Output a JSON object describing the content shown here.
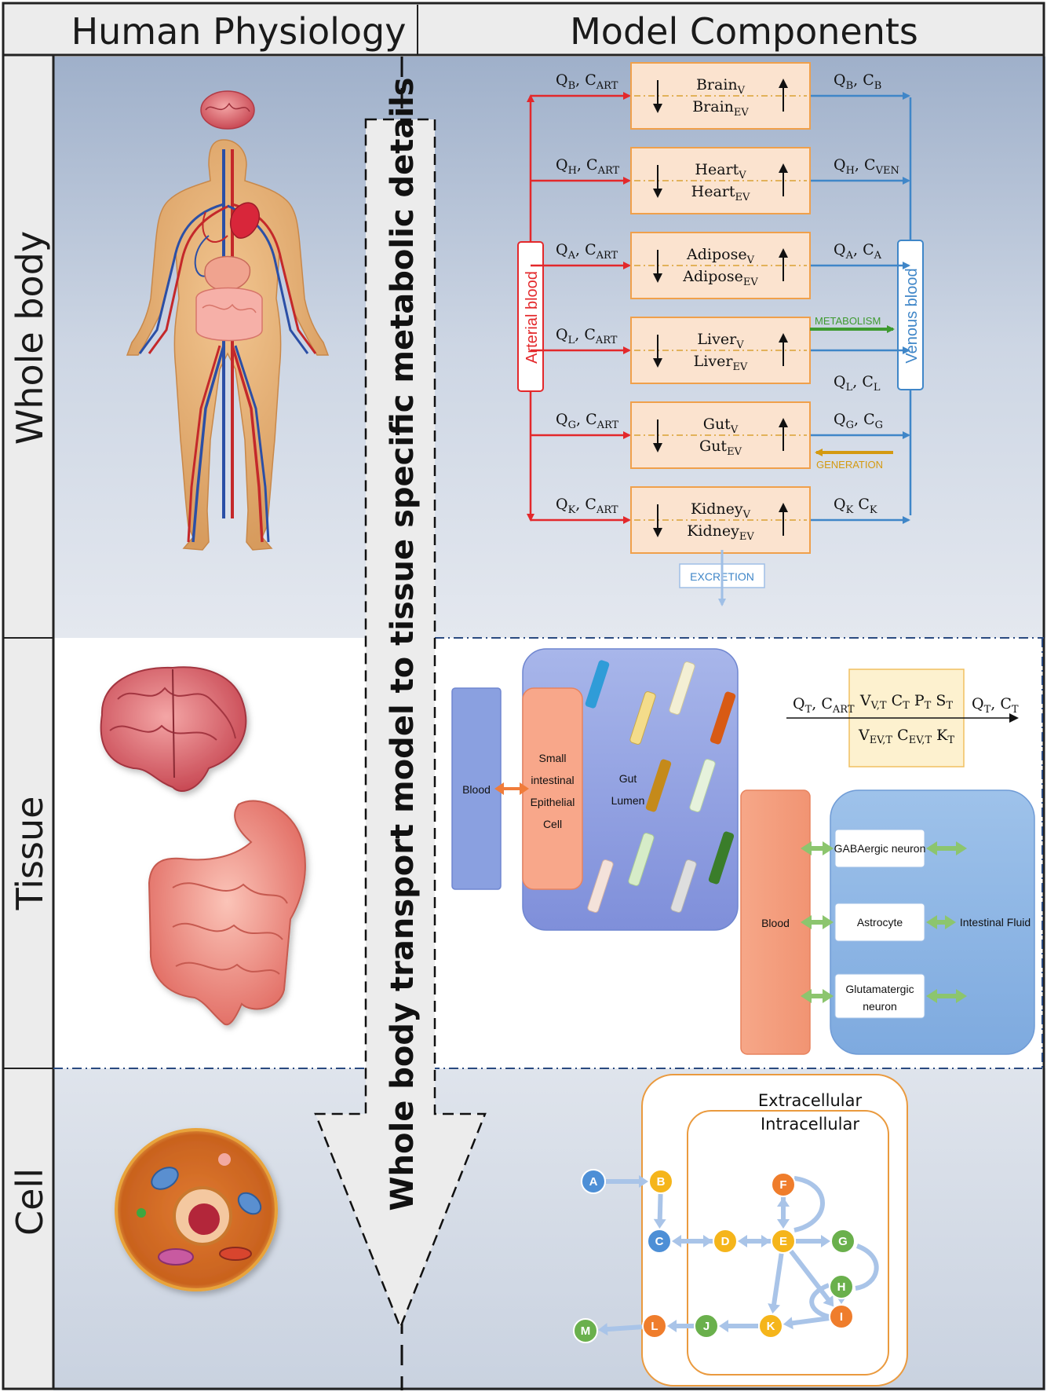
{
  "headers": {
    "left": "Human Physiology",
    "right": "Model Components"
  },
  "rows": {
    "whole_body": "Whole body",
    "tissue": "Tissue",
    "cell": "Cell"
  },
  "arrow_text": "Whole body transport model to tissue specific metabolic details",
  "side_labels": {
    "arterial": "Arterial blood",
    "venous": "Venous blood"
  },
  "organs": [
    {
      "name": "Brain",
      "sub_v": "V",
      "sub_ev": "EV",
      "in_q": "Q",
      "in_q_sub": "B",
      "in_c": "C",
      "in_c_sub": "ART",
      "out_q": "Q",
      "out_q_sub": "B",
      "out_c": "C",
      "out_c_sub": "B"
    },
    {
      "name": "Heart",
      "sub_v": "V",
      "sub_ev": "EV",
      "in_q": "Q",
      "in_q_sub": "H",
      "in_c": "C",
      "in_c_sub": "ART",
      "out_q": "Q",
      "out_q_sub": "H",
      "out_c": "C",
      "out_c_sub": "VEN"
    },
    {
      "name": "Adipose",
      "sub_v": "V",
      "sub_ev": "EV",
      "in_q": "Q",
      "in_q_sub": "A",
      "in_c": "C",
      "in_c_sub": "ART",
      "out_q": "Q",
      "out_q_sub": "A",
      "out_c": "C",
      "out_c_sub": "A"
    },
    {
      "name": "Liver",
      "sub_v": "V",
      "sub_ev": "EV",
      "in_q": "Q",
      "in_q_sub": "L",
      "in_c": "C",
      "in_c_sub": "ART",
      "out_q": "Q",
      "out_q_sub": "L",
      "out_c": "C",
      "out_c_sub": "L"
    },
    {
      "name": "Gut",
      "sub_v": "V",
      "sub_ev": "EV",
      "in_q": "Q",
      "in_q_sub": "G",
      "in_c": "C",
      "in_c_sub": "ART",
      "out_q": "Q",
      "out_q_sub": "G",
      "out_c": "C",
      "out_c_sub": "G"
    },
    {
      "name": "Kidney",
      "sub_v": "V",
      "sub_ev": "EV",
      "in_q": "Q",
      "in_q_sub": "K",
      "in_c": "C",
      "in_c_sub": "ART",
      "out_q": "Q",
      "out_q_sub": "K",
      "out_c": "C",
      "out_c_sub": "K"
    }
  ],
  "annotations": {
    "metabolism": "METABOLISM",
    "generation": "GENERATION",
    "excretion": "EXCRETION"
  },
  "gut_tissue": {
    "blood": "Blood",
    "epithelial": [
      "Small",
      "intestinal",
      "Epithelial",
      "Cell"
    ],
    "lumen": [
      "Gut",
      "Lumen"
    ]
  },
  "generic_tissue": {
    "in_q": "Q",
    "in_q_sub": "T",
    "in_c": "C",
    "in_c_sub": "ART",
    "out_q": "Q",
    "out_q_sub": "T",
    "out_c": "C",
    "out_c_sub": "T",
    "top_line": "V",
    "top_line_sub": "V,T",
    "top_rest": "C",
    "top_rest_sub": "T",
    "top_p": "P",
    "top_p_sub": "T",
    "top_s": "S",
    "top_s_sub": "T",
    "bot_line": "V",
    "bot_line_sub": "EV,T",
    "bot_c": "C",
    "bot_c_sub": "EV,T",
    "bot_k": "K",
    "bot_k_sub": "T"
  },
  "brain_tissue": {
    "blood": "Blood",
    "gaba": "GABAergic neuron",
    "astro": "Astrocyte",
    "glut": [
      "Glutamatergic",
      "neuron"
    ],
    "fluid": "Intestinal Fluid"
  },
  "cell": {
    "extracellular": "Extracellular",
    "intracellular": "Intracellular",
    "nodes": [
      "A",
      "B",
      "C",
      "D",
      "E",
      "F",
      "G",
      "H",
      "I",
      "K",
      "J",
      "L",
      "M"
    ]
  },
  "colors": {
    "arterial": "#e3282b",
    "venous": "#3f86c8",
    "organ_fill": "#fbe3cf",
    "organ_border": "#f0a04b",
    "metabolism": "#3e9a30",
    "generation": "#d49a11",
    "node_blue": "#4d8fd6",
    "node_yellow": "#f5b51b",
    "node_orange": "#ef7d2c",
    "node_green": "#6ab04c"
  }
}
